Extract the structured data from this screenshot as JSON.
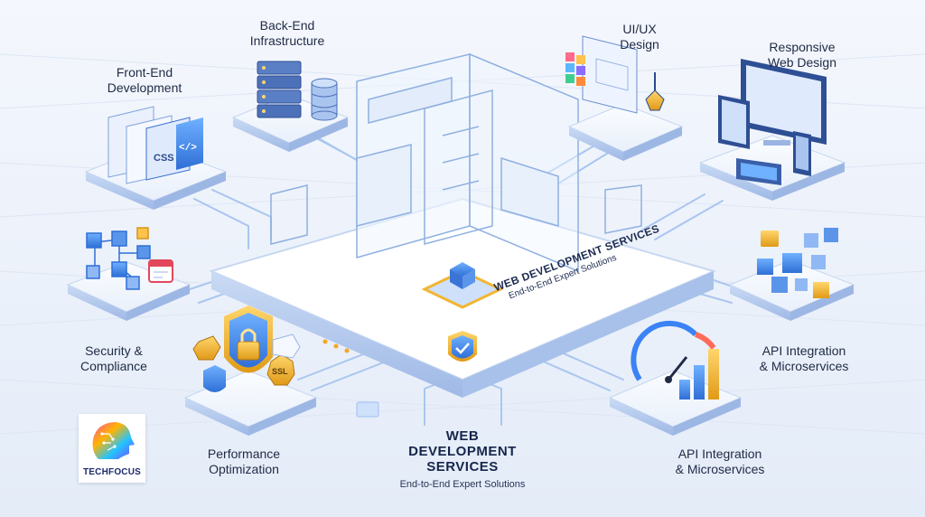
{
  "labels": {
    "frontend": [
      "Front-End",
      "Development"
    ],
    "backend": [
      "Back-End",
      "Infrastructure"
    ],
    "uiux": [
      "UI/UX",
      "Design"
    ],
    "responsive": [
      "Responsive",
      "Web Design"
    ],
    "security": [
      "Security &",
      "Compliance"
    ],
    "api_right": [
      "API Integration",
      "& Microservices"
    ],
    "performance": [
      "Performance",
      "Optimization"
    ],
    "api_bottom": [
      "API Integration",
      "& Microservices"
    ]
  },
  "center": {
    "title": [
      "WEB",
      "DEVELOPMENT",
      "SERVICES"
    ],
    "subtitle": "End-to-End Expert Solutions"
  },
  "board": {
    "title": "WEB DEVELOPMENT SERVICES",
    "subtitle": "End-to-End Expert Solutions"
  },
  "icons": {
    "css_tag": "CSS",
    "code_tag": "</>",
    "ssl_tag": "SSL"
  },
  "logo": {
    "text": "TECHFOCUS"
  },
  "colors": {
    "background": "#eef3fb",
    "platform_top": "#f7faff",
    "platform_side": "#b9cdee",
    "accent_blue": "#3b82f6",
    "line_blue": "#9ec0f0",
    "gold": "#f2b632"
  }
}
